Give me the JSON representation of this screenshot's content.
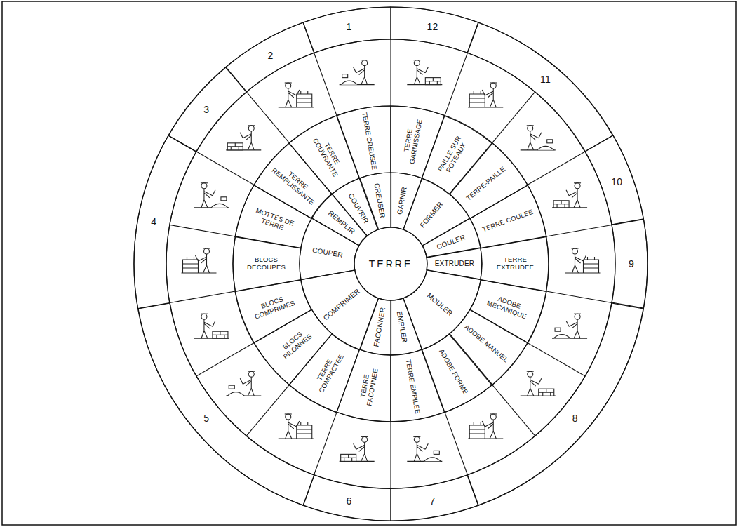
{
  "diagram": {
    "nodes": [
      {
        "text": [
          "TERRE"
        ]
      },
      {
        "text": [
          "CREUSER"
        ]
      },
      {
        "text": [
          "COUVRIR"
        ]
      },
      {
        "text": [
          "REMPLIR"
        ]
      },
      {
        "text": [
          "COUPER"
        ]
      },
      {
        "text": [
          "COMPRIMER"
        ]
      },
      {
        "text": [
          "FACONNER"
        ]
      },
      {
        "text": [
          "EMPILER"
        ]
      },
      {
        "text": [
          "MOULER"
        ]
      },
      {
        "text": [
          "EXTRUDER"
        ]
      },
      {
        "text": [
          "COULER"
        ]
      },
      {
        "text": [
          "FORMER"
        ]
      },
      {
        "text": [
          "GARNIR"
        ]
      },
      {
        "text": [
          "TERRE CREUSEE"
        ]
      },
      {
        "text": [
          "TERRE COUVRANTE"
        ]
      },
      {
        "text": [
          "TERRE REMPLISSANTE"
        ]
      },
      {
        "text": [
          "MOTTES DE TERRE"
        ]
      },
      {
        "text": [
          "BLOCS DECOUPES"
        ]
      },
      {
        "text": [
          "BLOCS COMPRIMES"
        ]
      },
      {
        "text": [
          "BLOCS PILONNES"
        ]
      },
      {
        "text": [
          "TERRE COMPACTEE"
        ]
      },
      {
        "text": [
          "TERRE FACONNEE"
        ]
      },
      {
        "text": [
          "TERRE EMPILEE"
        ]
      },
      {
        "text": [
          "ADOBE FORME"
        ]
      },
      {
        "text": [
          "ADOBE MANUEL"
        ]
      },
      {
        "text": [
          "ADOBE MECANIQUE"
        ]
      },
      {
        "text": [
          "TERRE EXTRUDEE"
        ]
      },
      {
        "text": [
          "TERRE COULEE"
        ]
      },
      {
        "text": [
          "TERRE-PAILLE"
        ]
      },
      {
        "text": [
          "PAILLE SUR POTEAUX"
        ]
      },
      {
        "text": [
          "TERRE GARNISSAGE"
        ]
      },
      {
        "text": [
          "1"
        ]
      },
      {
        "text": [
          "2"
        ]
      },
      {
        "text": [
          "3"
        ]
      },
      {
        "text": [
          "4"
        ]
      },
      {
        "text": [
          "5"
        ]
      },
      {
        "text": [
          "6"
        ]
      },
      {
        "text": [
          "7"
        ]
      },
      {
        "text": [
          "8"
        ]
      },
      {
        "text": [
          "9"
        ]
      },
      {
        "text": [
          "10"
        ]
      },
      {
        "text": [
          "11"
        ]
      },
      {
        "text": [
          "12"
        ]
      }
    ]
  }
}
